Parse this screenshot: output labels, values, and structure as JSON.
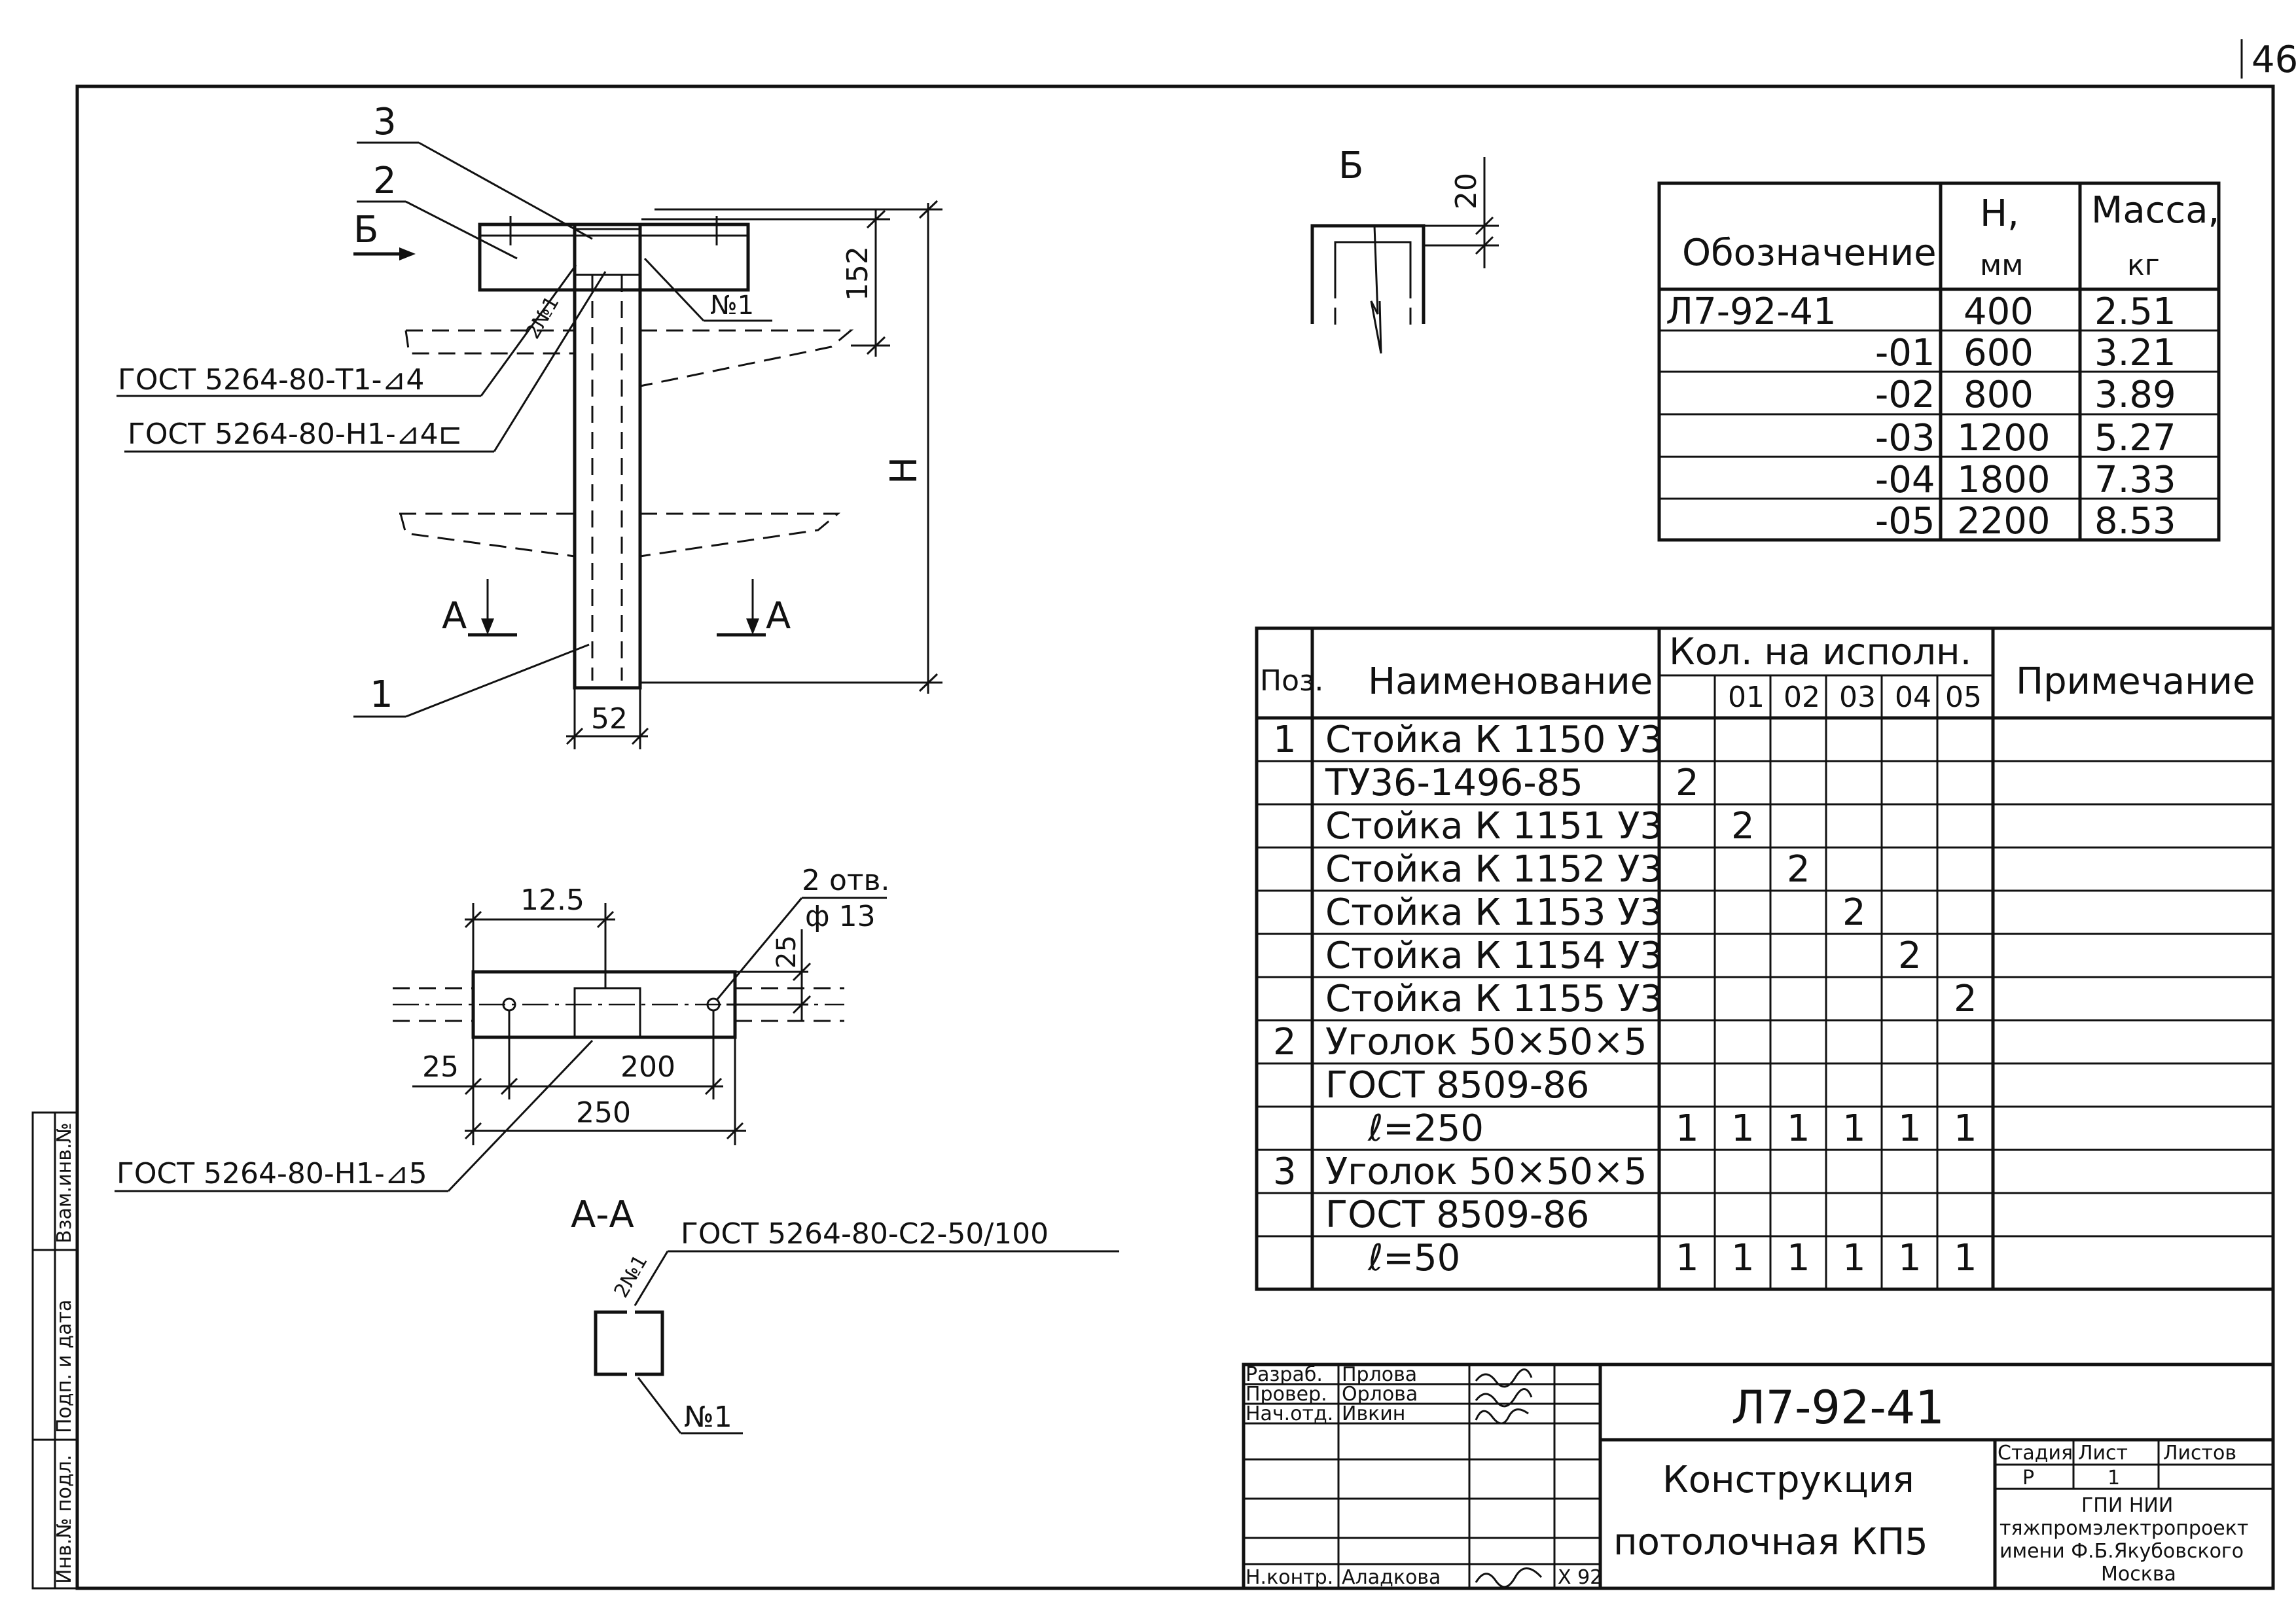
{
  "sheet_number": "46",
  "main_view": {
    "callouts": [
      "3",
      "2",
      "1"
    ],
    "view_b_marker": "Б",
    "weld_label": "№1",
    "weld_leg": "2№1",
    "gost_weld_t1": "ГОСТ 5264-80-Т1-⊿4",
    "gost_weld_n1": "ГОСТ 5264-80-Н1-⊿4⊏",
    "dim_152": "152",
    "dim_h": "Н",
    "dim_52": "52",
    "section_a": "А"
  },
  "view_b": {
    "title": "Б",
    "dim_20": "20"
  },
  "plan_view": {
    "dim_125": "12.5",
    "holes_note_1": "2 отв.",
    "holes_note_2": "ф 13",
    "dim_25_right": "25",
    "dim_25_left": "25",
    "dim_200": "200",
    "dim_250": "250",
    "gost_weld_n1_5": "ГОСТ 5264-80-Н1-⊿5"
  },
  "section_aa": {
    "title": "А-А",
    "weld_leg": "2№1",
    "gost_weld": "ГОСТ 5264-80-С2-50/100",
    "weld_label": "№1"
  },
  "variants_table": {
    "headers": {
      "designation": "Обозначение",
      "h": "Н,",
      "h_unit": "мм",
      "mass": "Масса,",
      "mass_unit": "кг"
    },
    "rows": [
      {
        "designation": "Л7-92-41",
        "h": "400",
        "mass": "2.51"
      },
      {
        "designation": "-01",
        "h": "600",
        "mass": "3.21"
      },
      {
        "designation": "-02",
        "h": "800",
        "mass": "3.89"
      },
      {
        "designation": "-03",
        "h": "1200",
        "mass": "5.27"
      },
      {
        "designation": "-04",
        "h": "1800",
        "mass": "7.33"
      },
      {
        "designation": "-05",
        "h": "2200",
        "mass": "8.53"
      }
    ]
  },
  "spec_table": {
    "headers": {
      "pos": "Поз.",
      "name": "Наименование",
      "qty": "Кол. на исполн.",
      "note": "Примечание"
    },
    "variant_cols": [
      "",
      "01",
      "02",
      "03",
      "04",
      "05"
    ],
    "rows": [
      {
        "pos": "1",
        "name": "Стойка К 1150 У3",
        "q": [
          "",
          "",
          "",
          "",
          "",
          ""
        ]
      },
      {
        "pos": "",
        "name": "ТУ36-1496-85",
        "q": [
          "2",
          "",
          "",
          "",
          "",
          ""
        ]
      },
      {
        "pos": "",
        "name": "Стойка К 1151 У3",
        "q": [
          "",
          "2",
          "",
          "",
          "",
          ""
        ]
      },
      {
        "pos": "",
        "name": "Стойка К 1152 У3",
        "q": [
          "",
          "",
          "2",
          "",
          "",
          ""
        ]
      },
      {
        "pos": "",
        "name": "Стойка К 1153 У3",
        "q": [
          "",
          "",
          "",
          "2",
          "",
          ""
        ]
      },
      {
        "pos": "",
        "name": "Стойка К 1154 У3",
        "q": [
          "",
          "",
          "",
          "",
          "2",
          ""
        ]
      },
      {
        "pos": "",
        "name": "Стойка К 1155 У3",
        "q": [
          "",
          "",
          "",
          "",
          "",
          "2"
        ]
      },
      {
        "pos": "2",
        "name": "Уголок 50×50×5",
        "q": [
          "",
          "",
          "",
          "",
          "",
          ""
        ]
      },
      {
        "pos": "",
        "name": "ГОСТ 8509-86",
        "q": [
          "",
          "",
          "",
          "",
          "",
          ""
        ]
      },
      {
        "pos": "",
        "name": "ℓ=250",
        "q": [
          "1",
          "1",
          "1",
          "1",
          "1",
          "1"
        ]
      },
      {
        "pos": "3",
        "name": "Уголок 50×50×5",
        "q": [
          "",
          "",
          "",
          "",
          "",
          ""
        ]
      },
      {
        "pos": "",
        "name": "ГОСТ 8509-86",
        "q": [
          "",
          "",
          "",
          "",
          "",
          ""
        ]
      },
      {
        "pos": "",
        "name": "ℓ=50",
        "q": [
          "1",
          "1",
          "1",
          "1",
          "1",
          "1"
        ]
      }
    ]
  },
  "title_block": {
    "designation": "Л7-92-41",
    "title_line1": "Конструкция",
    "title_line2": "потолочная КП5",
    "staff": [
      {
        "role": "Разраб.",
        "name": "Прлова"
      },
      {
        "role": "Провер.",
        "name": "Орлова"
      },
      {
        "role": "Нач.отд.",
        "name": "Ивкин"
      },
      {
        "role": "Н.контр.",
        "name": "Аладкова",
        "date": "X 92"
      }
    ],
    "stage_label": "Стадия",
    "stage_value": "Р",
    "sheet_label": "Лист",
    "sheet_value": "1",
    "sheets_label": "Листов",
    "org_line1": "ГПИ НИИ",
    "org_line2": "тяжпромэлектропроект",
    "org_line3": "имени Ф.Б.Якубовского",
    "org_line4": "Москва"
  },
  "side_stamp": {
    "field1": "Инв.№ подл.",
    "field2": "Подп. и дата",
    "field3": "Взам.инв.№"
  }
}
